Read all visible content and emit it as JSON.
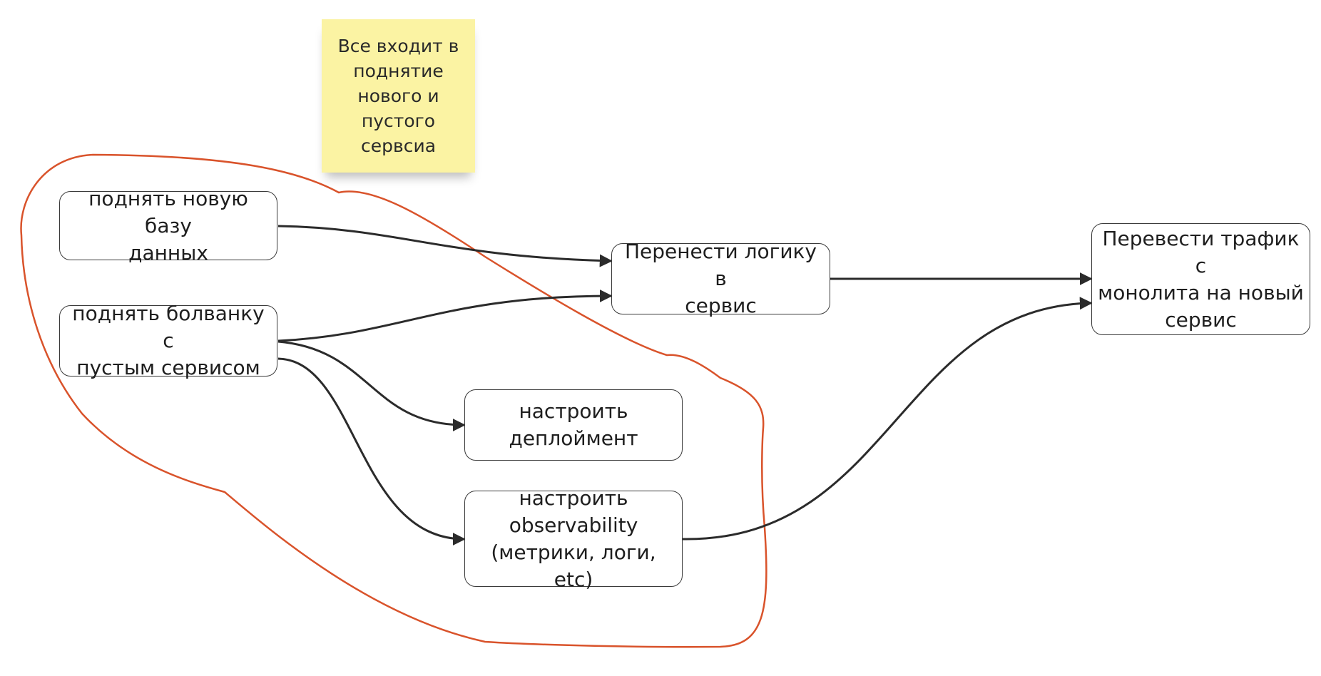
{
  "sticky_note": {
    "text": "Все входит в\nподнятие\nнового и\nпустого\nсервсиа"
  },
  "nodes": {
    "db": "поднять новую базу\nданных",
    "dummy": "поднять болванку с\nпустым сервисом",
    "logic": "Перенести логику в\nсервис",
    "deploy": "настроить\nдеплоймент",
    "observability": "настроить\nobservability\n(метрики, логи, etc)",
    "traffic": "Перевести трафик с\nмонолита на новый\nсервис"
  },
  "colors": {
    "connector": "#2b2b2b",
    "lasso": "#d9532b",
    "sticky": "#fbf3a3",
    "node_border": "#3a3a3a"
  }
}
